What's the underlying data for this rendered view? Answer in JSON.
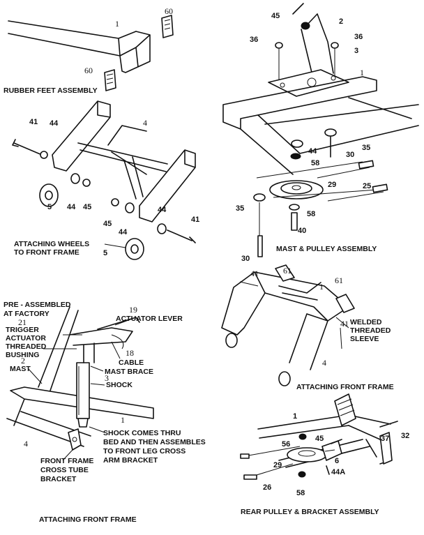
{
  "captions": {
    "rubber_feet": "RUBBER FEET ASSEMBLY",
    "wheels_line1": "ATTACHING  WHEELS",
    "wheels_line2": "TO FRONT FRAME",
    "mast_pulley": "MAST & PULLEY ASSEMBLY",
    "front_frame_right": "ATTACHING FRONT FRAME",
    "front_frame_left": "ATTACHING FRONT FRAME",
    "rear_pulley": "REAR PULLEY & BRACKET ASSEMBLY"
  },
  "notes": {
    "pre_assembled_1": "PRE - ASSEMBLED",
    "pre_assembled_2": "AT FACTORY",
    "trigger": "TRIGGER",
    "actuator": "ACTUATOR",
    "threaded": "THREADED",
    "bushing": "BUSHING",
    "mast": "MAST",
    "actuator_lever": "ACTUATOR LEVER",
    "cable": "CABLE",
    "mast_brace": "MAST BRACE",
    "shock": "SHOCK",
    "shock_note_1": "SHOCK COMES THRU",
    "shock_note_2": "BED AND THEN ASSEMBLES",
    "shock_note_3": "TO FRONT LEG CROSS",
    "shock_note_4": "ARM BRACKET",
    "front_frame_1": "FRONT FRAME",
    "front_frame_2": "CROSS TUBE",
    "front_frame_3": "BRACKET",
    "welded_1": "WELDED",
    "welded_2": "THREADED",
    "welded_3": "SLEEVE"
  },
  "parts": {
    "p1": "1",
    "p2": "2",
    "p3": "3",
    "p4": "4",
    "p5": "5",
    "p6": "6",
    "p18": "18",
    "p19": "19",
    "p21": "21",
    "p25": "25",
    "p26": "26",
    "p29": "29",
    "p30": "30",
    "p32": "32",
    "p35": "35",
    "p36": "36",
    "p37": "37",
    "p40": "40",
    "p41": "41",
    "p44": "44",
    "p44a": "44A",
    "p45": "45",
    "p56": "56",
    "p58": "58",
    "p60": "60",
    "p61": "61"
  }
}
